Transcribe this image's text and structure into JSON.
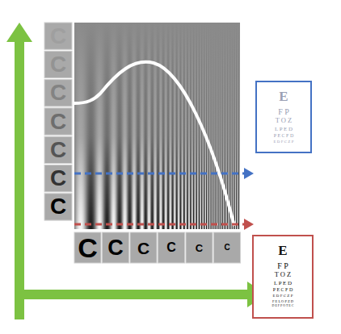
{
  "diagram": {
    "nodes": [
      {
        "text": [
          "E",
          "F P",
          "T O Z",
          "L P E D",
          "P E C F D",
          "E D F C Z P"
        ]
      },
      {
        "text": [
          "E",
          "F P",
          "T O Z",
          "L P E D",
          "P E C F D",
          "E D F C Z P",
          "F E L O P Z D",
          "D E F P O T E C"
        ]
      }
    ],
    "labels": [
      "C",
      "C",
      "C",
      "C",
      "C",
      "C",
      "C",
      "C",
      "C",
      "C",
      "C",
      "C",
      "C"
    ]
  }
}
